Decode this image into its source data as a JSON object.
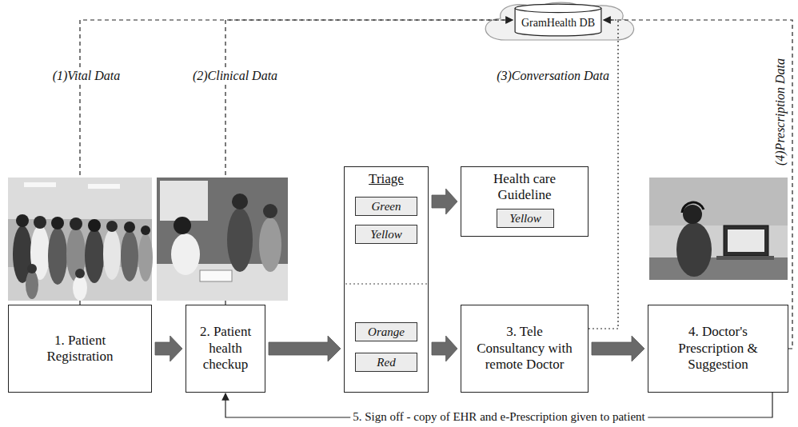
{
  "diagram": {
    "nodes": [
      {
        "text": [
          "GramHealth DB"
        ]
      },
      {
        "text": [
          "1. Patient Registration"
        ]
      },
      {
        "text": [
          "2. Patient health checkup"
        ]
      },
      {
        "text": [
          "Triage"
        ]
      },
      {
        "text": [
          "Green"
        ],
        "in": 3
      },
      {
        "text": [
          "Yellow"
        ],
        "in": 3
      },
      {
        "text": [
          "Orange"
        ],
        "in": 3
      },
      {
        "text": [
          "Red"
        ],
        "in": 3
      },
      {
        "text": [
          "Health care Guideline"
        ]
      },
      {
        "text": [
          "Yellow"
        ],
        "in": 8
      },
      {
        "text": [
          "3. Tele Consultancy with remote Doctor"
        ]
      },
      {
        "text": [
          "4. Doctor's Prescription & Suggestion"
        ]
      }
    ],
    "edges": [
      {
        "from": 1,
        "to": 2,
        "arrow": "to"
      },
      {
        "from": 2,
        "to": 3,
        "arrow": "to"
      },
      {
        "from": 3,
        "to": 8,
        "arrow": "to"
      },
      {
        "from": 3,
        "to": 10,
        "arrow": "to"
      },
      {
        "from": 10,
        "to": 11,
        "arrow": "to"
      },
      {
        "from": 11,
        "to": 2,
        "label": "5. Sign off - copy of EHR and e-Prescription given to patient",
        "arrow": "to"
      },
      {
        "from": 1,
        "to": 0,
        "label": "(1)Vital Data",
        "arrow": "to"
      },
      {
        "from": 2,
        "to": 0,
        "label": "(2)Clinical Data",
        "arrow": "to"
      },
      {
        "from": 10,
        "to": 0,
        "label": "(3)Conversation Data",
        "arrow": "to"
      },
      {
        "from": 11,
        "to": 0,
        "label": "(4)Prescription Data",
        "arrow": "to"
      }
    ]
  }
}
